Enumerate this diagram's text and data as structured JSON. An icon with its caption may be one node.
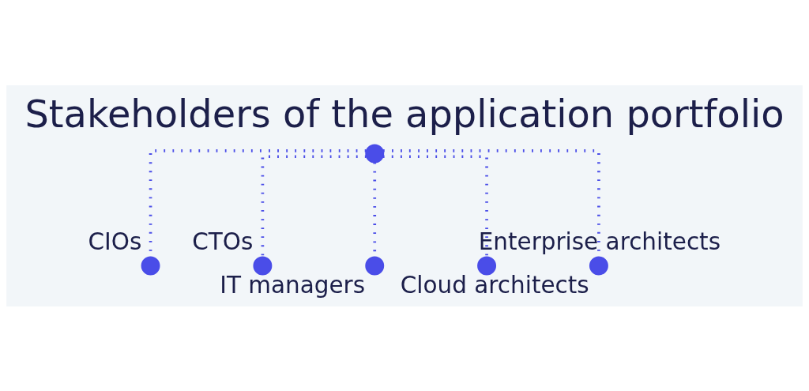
{
  "diagram": {
    "title": "Stakeholders of the application portfolio",
    "nodes": [
      {
        "text": [],
        "shape": "circle"
      },
      {
        "text": [],
        "shape": "circle",
        "beside": [
          "CIOs"
        ]
      },
      {
        "text": [],
        "shape": "circle",
        "beside": [
          "CTOs"
        ]
      },
      {
        "text": [],
        "shape": "circle",
        "beside": [
          "IT managers"
        ]
      },
      {
        "text": [],
        "shape": "circle",
        "beside": [
          "Enterprise architects"
        ]
      },
      {
        "text": [],
        "shape": "circle",
        "beside": [
          "Cloud architects"
        ]
      }
    ],
    "edges": [
      {
        "from": 0,
        "to": 1,
        "arrow": "none",
        "style": "dashed"
      },
      {
        "from": 0,
        "to": 2,
        "arrow": "none",
        "style": "dashed"
      },
      {
        "from": 0,
        "to": 3,
        "arrow": "none",
        "style": "dashed"
      },
      {
        "from": 0,
        "to": 4,
        "arrow": "none",
        "style": "dashed"
      },
      {
        "from": 0,
        "to": 5,
        "arrow": "none",
        "style": "dashed"
      }
    ]
  }
}
